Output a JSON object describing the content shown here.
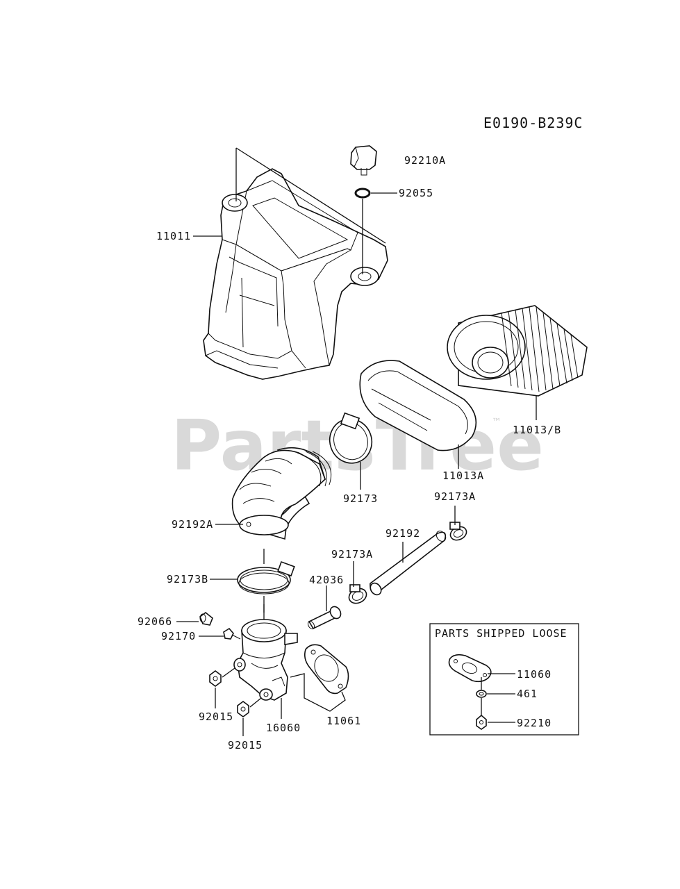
{
  "diagram_code": "E0190-B239C",
  "watermark": "PartsTree",
  "watermark_mark": "™",
  "loose_box": {
    "title": "PARTS SHIPPED LOOSE",
    "labels": [
      "11060",
      "461",
      "92210"
    ]
  },
  "labels": {
    "p92210A": "92210A",
    "p92055": "92055",
    "p11011": "11011",
    "p11013B": "11013/B",
    "p11013A": "11013A",
    "p92173": "92173",
    "p92173A_top": "92173A",
    "p92192A": "92192A",
    "p92192": "92192",
    "p92173A_mid": "92173A",
    "p42036": "42036",
    "p92173B": "92173B",
    "p92066": "92066",
    "p92170": "92170",
    "p92015_a": "92015",
    "p92015_b": "92015",
    "p16060": "16060",
    "p11061": "11061"
  }
}
